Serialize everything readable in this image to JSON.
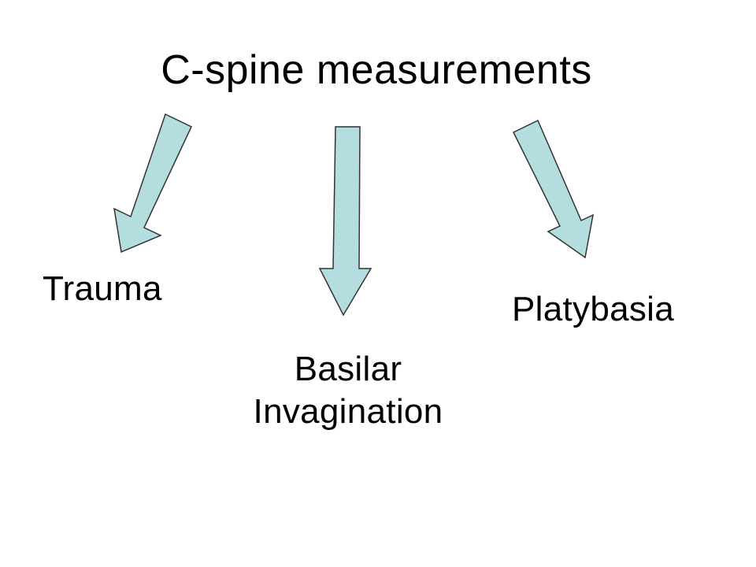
{
  "title": "C-spine measurements",
  "branches": {
    "trauma": "Trauma",
    "basilar_line1": "Basilar",
    "basilar_line2": "Invagination",
    "platybasia": "Platybasia"
  },
  "colors": {
    "arrow_fill": "#b4dddf",
    "arrow_stroke": "#333333",
    "text": "#000000",
    "background": "#ffffff"
  }
}
